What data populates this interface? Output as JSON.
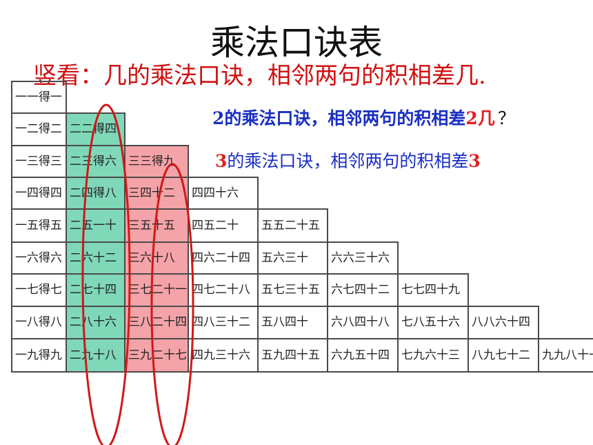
{
  "title": "乘法口诀表",
  "subtitle": "竖看：几的乘法口诀，相邻两句的积相差几.",
  "notes": {
    "line1_num": "2",
    "line1_text": "的乘法口诀，相邻两句的积相差",
    "line1_end_num": "2",
    "line1_end_char": "几",
    "line1_q": "？",
    "line2_num": "3",
    "line2_text": "的乘法口诀，相邻两句的积相差",
    "line2_end_num": "3"
  },
  "table": {
    "rows": [
      [
        "一一得一"
      ],
      [
        "一二得二",
        "二二得四"
      ],
      [
        "一三得三",
        "二三得六",
        "三三得九"
      ],
      [
        "一四得四",
        "二四得八",
        "三四十二",
        "四四十六"
      ],
      [
        "一五得五",
        "二五一十",
        "三五十五",
        "四五二十",
        "五五二十五"
      ],
      [
        "一六得六",
        "二六十二",
        "三六十八",
        "四六二十四",
        "五六三十",
        "六六三十六"
      ],
      [
        "一七得七",
        "二七十四",
        "三七二十一",
        "四七二十八",
        "五七三十五",
        "六七四十二",
        "七七四十九"
      ],
      [
        "一八得八",
        "二八十六",
        "三八二十四",
        "四八三十二",
        "五八四十",
        "六八四十八",
        "七八五十六",
        "八八六十四"
      ],
      [
        "一九得九",
        "二九十八",
        "三九二十七",
        "四九三十六",
        "五九四十五",
        "六九五十四",
        "七九六十三",
        "八九七十二",
        "九九八十一"
      ]
    ],
    "highlight_colors": {
      "column_2": "#7fd8b8",
      "column_3": "#f4a3a8"
    }
  },
  "annotations": {
    "oval_color": "#d01818",
    "circled_columns": [
      2,
      3
    ]
  }
}
